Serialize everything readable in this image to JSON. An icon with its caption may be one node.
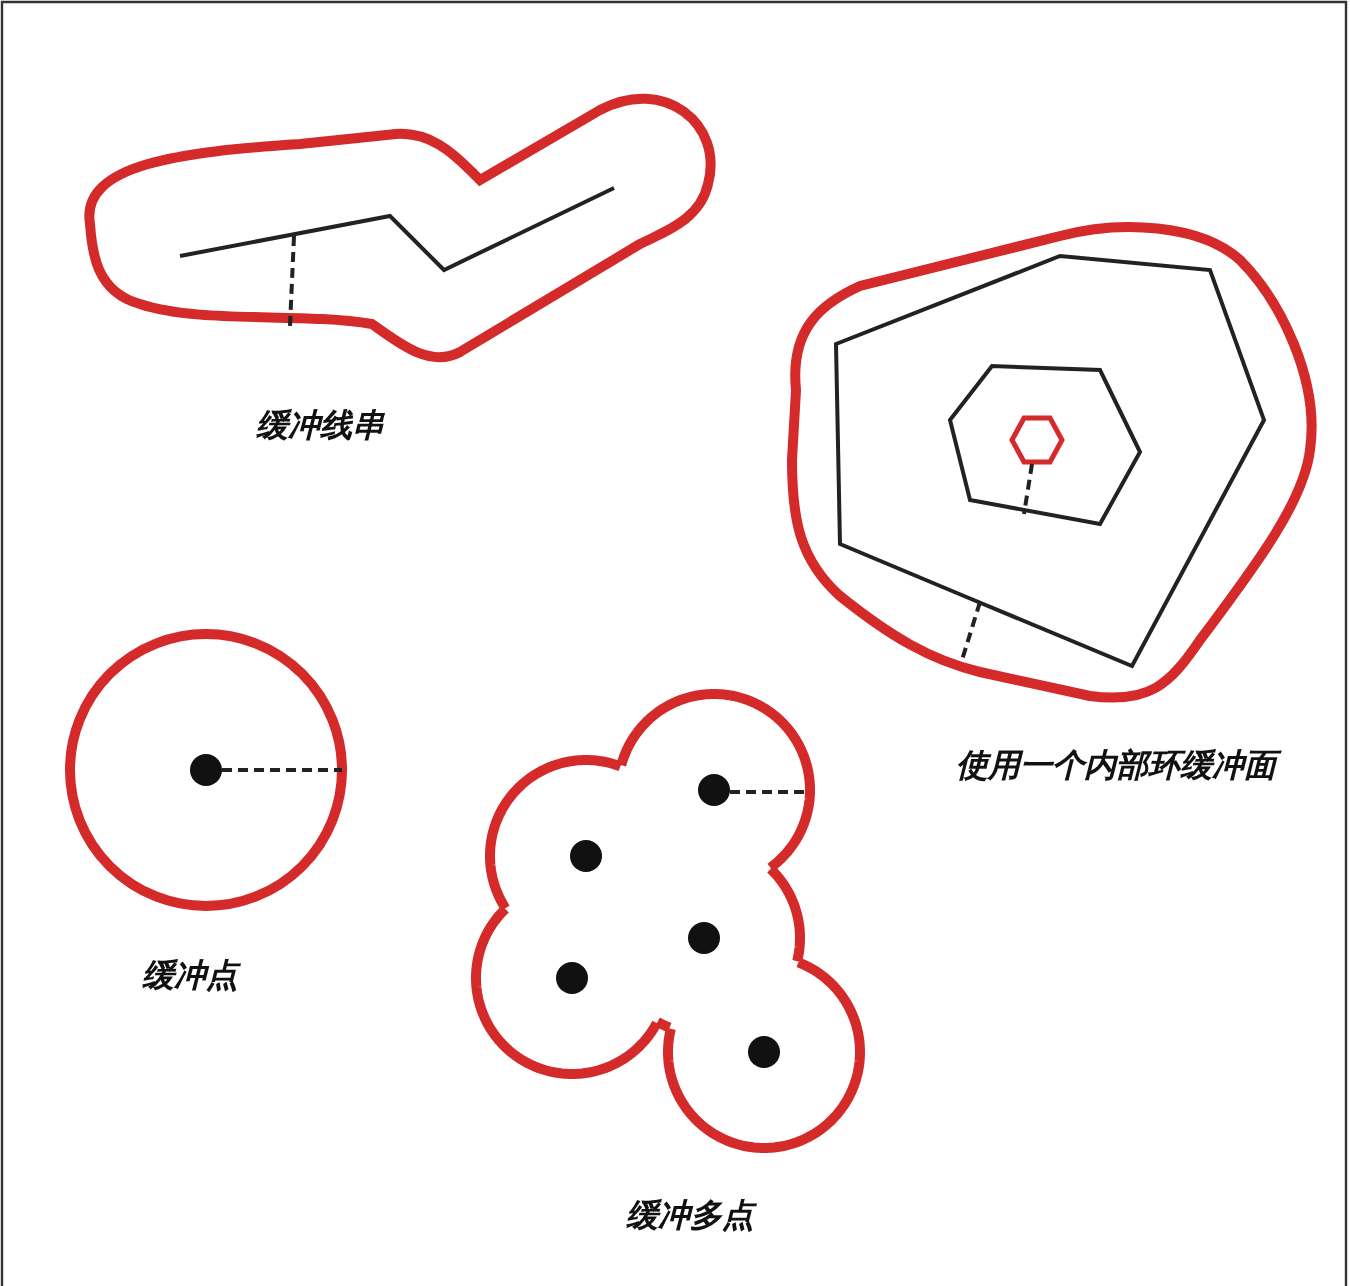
{
  "diagram": {
    "labels": [
      "缓冲线串",
      "使用一个内部环缓冲面",
      "缓冲点",
      "缓冲多点"
    ]
  }
}
